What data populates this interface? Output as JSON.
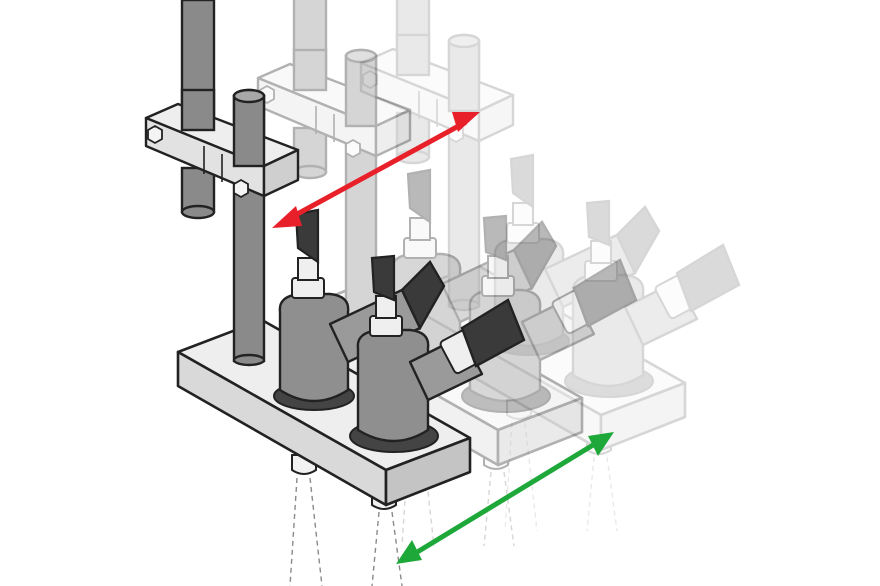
{
  "illustration": {
    "subject": "nozzle-mount-assembly",
    "arrows": [
      {
        "name": "vertical-travel-arrow",
        "color": "#e8202a"
      },
      {
        "name": "horizontal-travel-arrow",
        "color": "#1fa83a"
      }
    ],
    "colors": {
      "outline": "#222222",
      "metal_dark": "#7a7a7a",
      "metal_mid": "#9a9a9a",
      "base_fill": "#e6e6e6",
      "hose": "#3a3a3a",
      "ghost_opacity_1": 0.45,
      "ghost_opacity_2": 0.22
    }
  }
}
